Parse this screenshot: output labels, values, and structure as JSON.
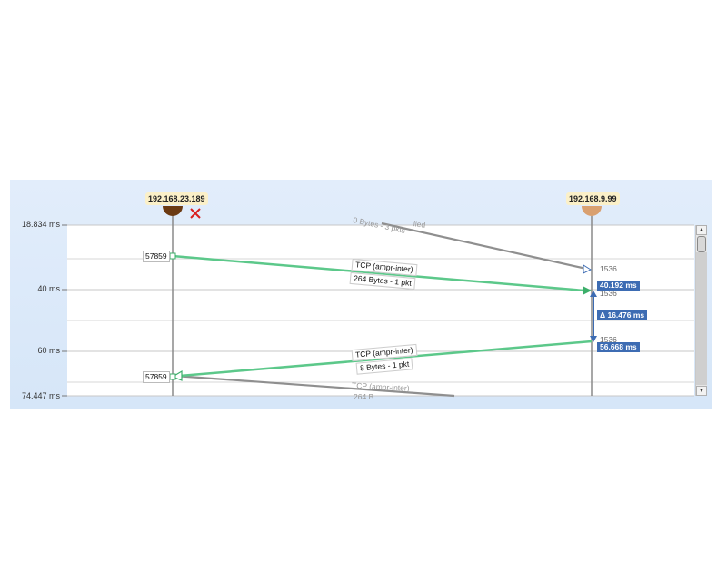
{
  "endpoints": {
    "left": {
      "address": "192.168.23.189",
      "color": "#6b3a12",
      "status_icon": "close-x-icon",
      "status_color": "#d92020"
    },
    "right": {
      "address": "192.168.9.99",
      "color": "#d9a070"
    }
  },
  "axis": {
    "ticks": [
      "18.834 ms",
      "40 ms",
      "60 ms",
      "74.447 ms"
    ]
  },
  "ports": {
    "left_upper": "57859",
    "left_lower": "57859",
    "right_upper": "1536",
    "right_upper_hidden": "1536",
    "right_lower": "1536"
  },
  "messages": [
    {
      "protocol": "TCP (ampr-inter)",
      "summary": "264 Bytes - 1 pkt",
      "direction": "left-to-right",
      "color": "#5cc88a"
    },
    {
      "protocol": "TCP (ampr-inter)",
      "summary": "8 Bytes - 1 pkt",
      "direction": "right-to-left",
      "color": "#5cc88a"
    }
  ],
  "ghost_messages": [
    {
      "text": "0 Bytes - 3 pkts",
      "tail": "lled"
    },
    {
      "text": "TCP (ampr-inter)",
      "tail": "264 B..."
    }
  ],
  "timing": {
    "upper_time": "40.192 ms",
    "delta": "Δ 16.476 ms",
    "lower_time": "56.668 ms",
    "badge_color": "#3d6cb3"
  },
  "scrollbar": {
    "up_symbol": "▲",
    "down_symbol": "▼"
  }
}
